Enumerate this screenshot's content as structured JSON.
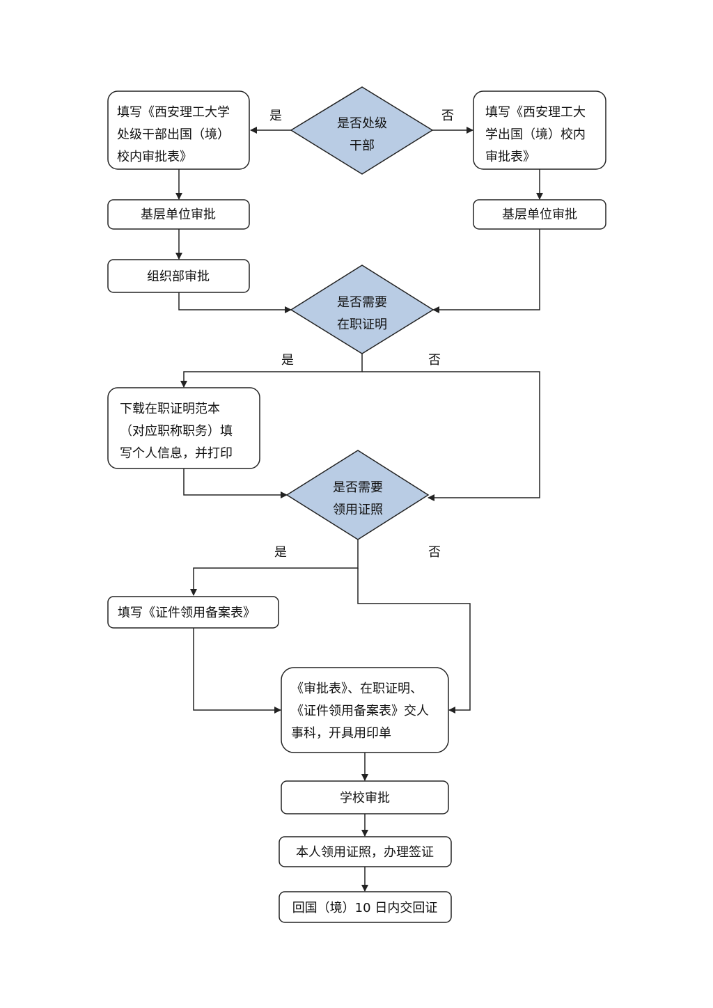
{
  "nodes": {
    "decision_cadre": [
      "是否处级",
      "干部"
    ],
    "form_cadre": [
      "填写《西安理工大学",
      "处级干部出国（境）",
      "校内审批表》"
    ],
    "form_general": [
      "填写《西安理工大",
      "学出国（境）校内",
      "审批表》"
    ],
    "unit_approval_left": "基层单位审批",
    "unit_approval_right": "基层单位审批",
    "org_dept_approval": "组织部审批",
    "decision_employment": [
      "是否需要",
      "在职证明"
    ],
    "download_template": [
      "下载在职证明范本",
      "（对应职称职务）填",
      "写个人信息，并打印"
    ],
    "decision_docs": [
      "是否需要",
      "领用证照"
    ],
    "fill_docs_form": "填写《证件领用备案表》",
    "submit_hr": [
      "《审批表》、在职证明、",
      "《证件领用备案表》交人",
      "事科，开具用印单"
    ],
    "school_approval": "学校审批",
    "collect_docs": "本人领用证照，办理签证",
    "return_docs": "回国（境）10 日内交回证"
  },
  "edge_labels": {
    "yes_1": "是",
    "no_1": "否",
    "yes_2": "是",
    "no_2": "否",
    "yes_3": "是",
    "no_3": "否"
  },
  "colors": {
    "diamond_fill": "#b9cce4",
    "stroke": "#222222"
  }
}
